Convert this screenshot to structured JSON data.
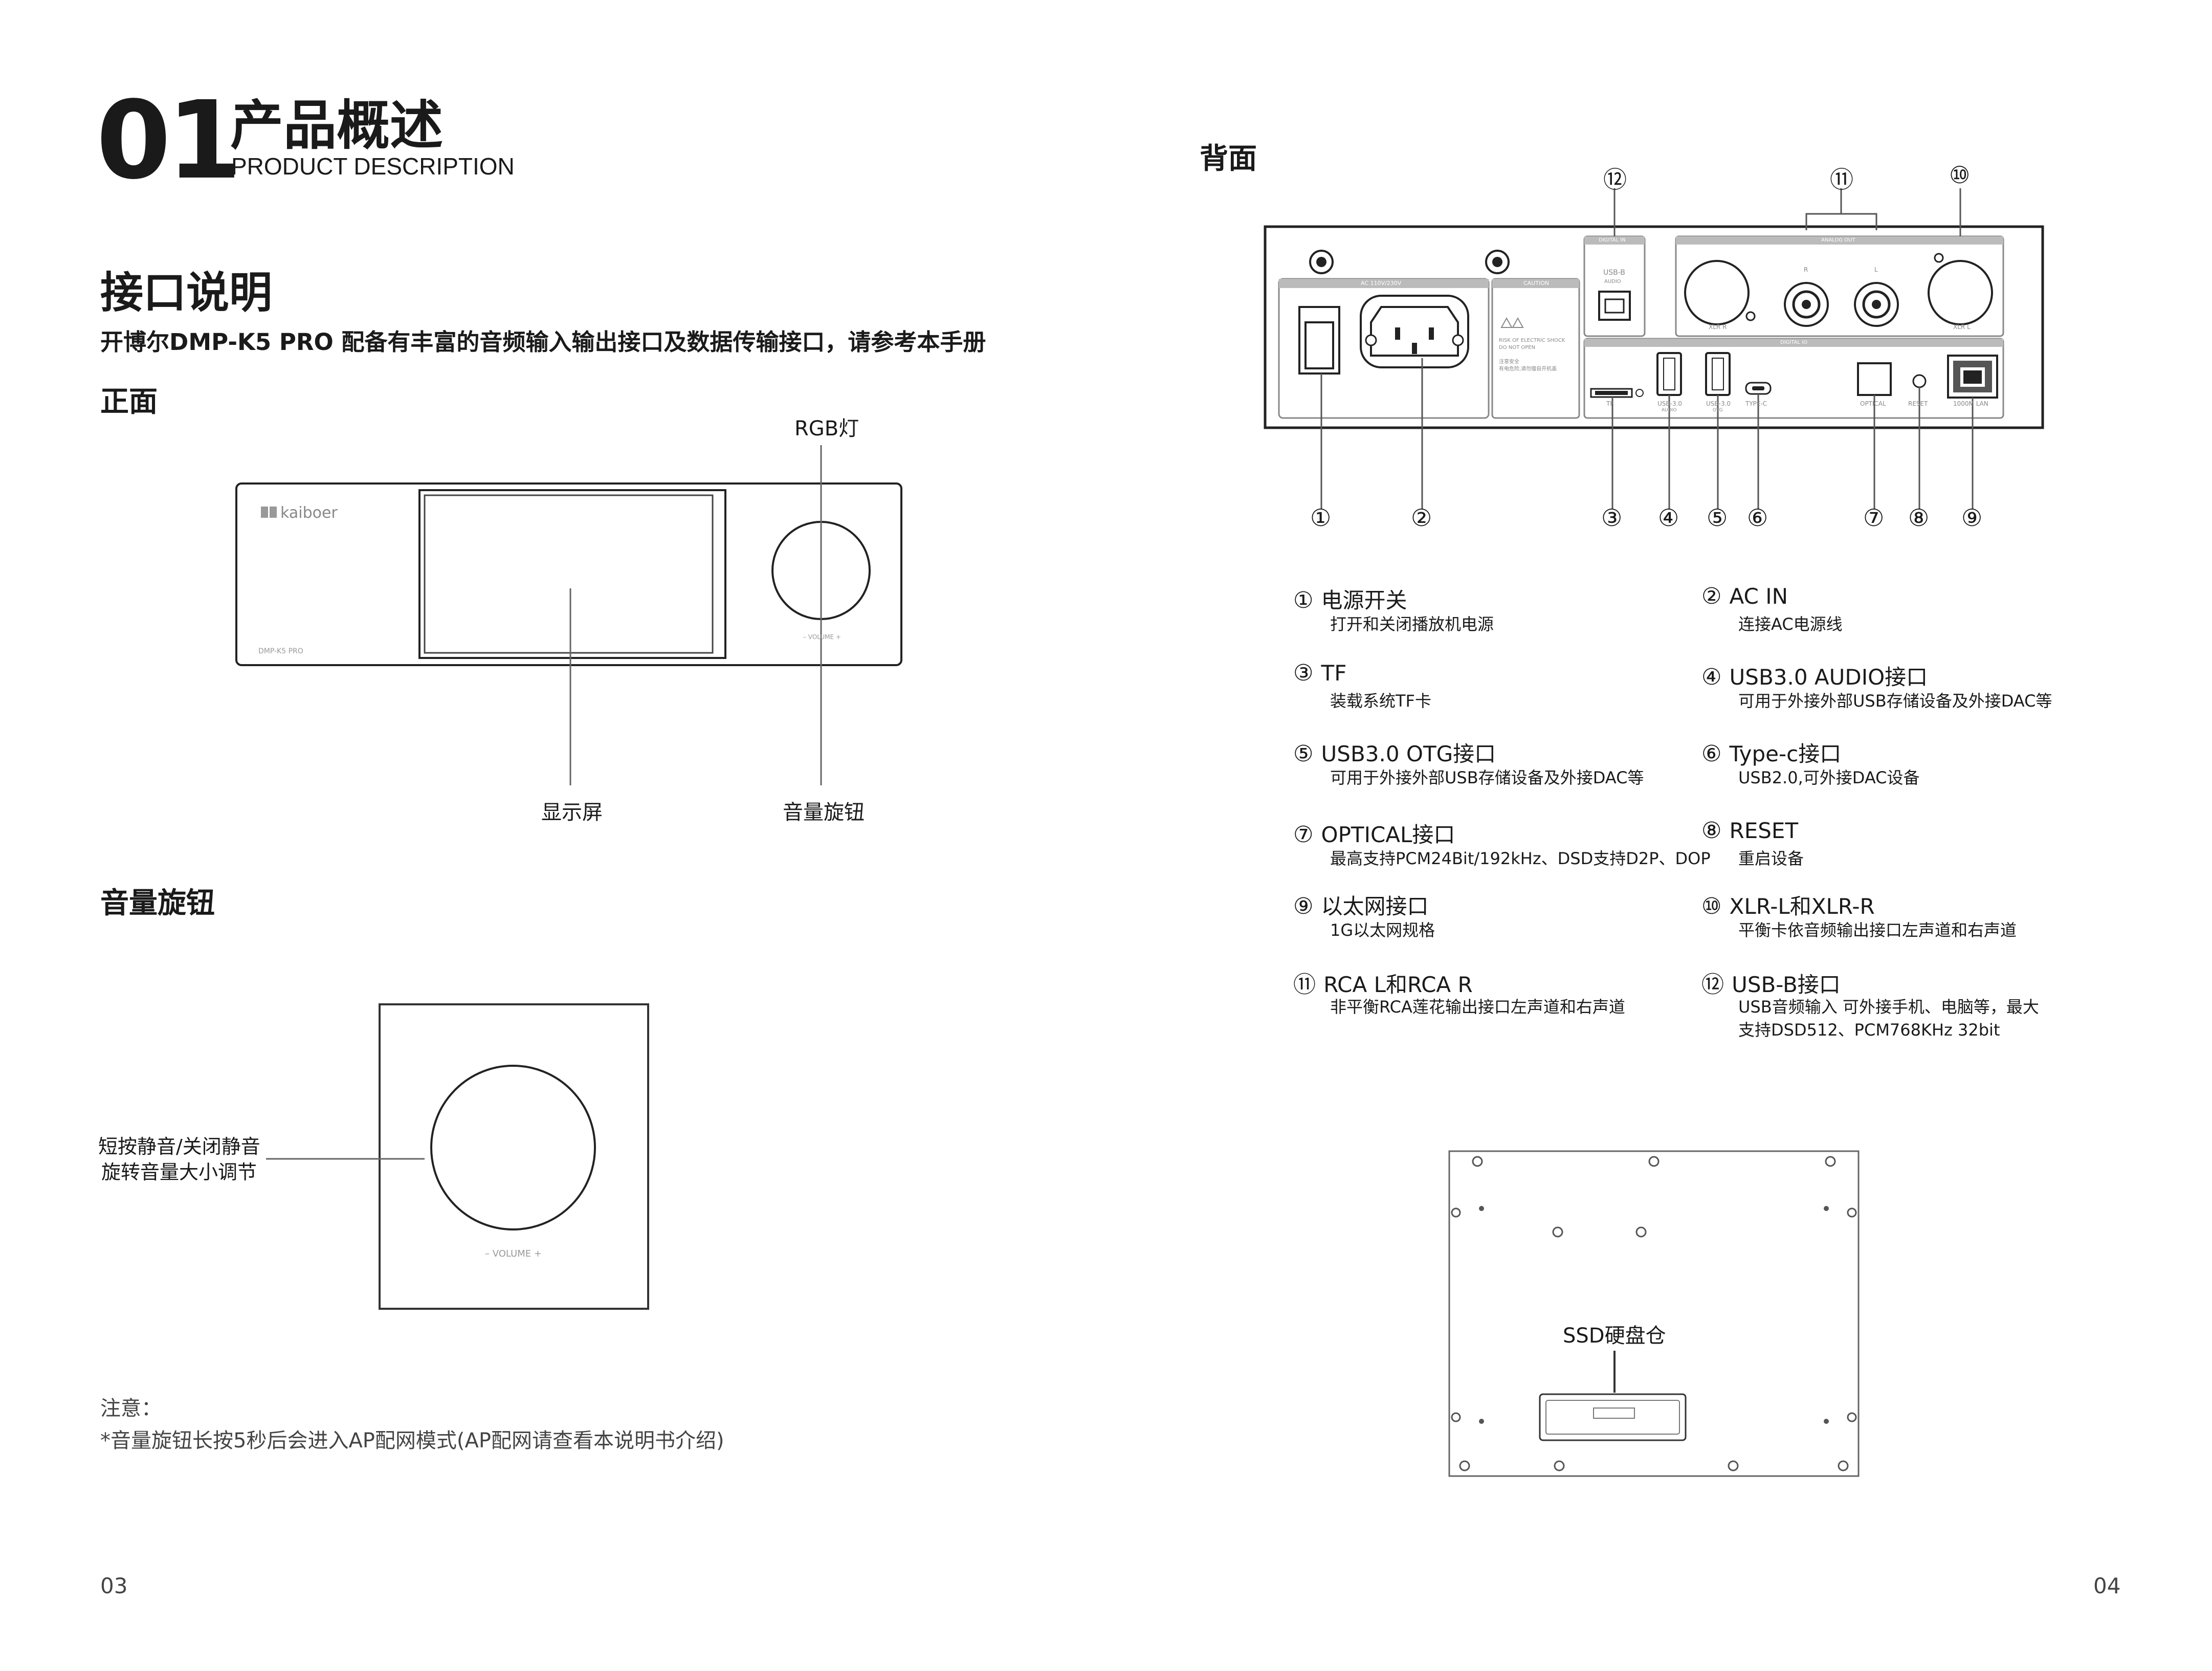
{
  "left_page": {
    "section_number": "01",
    "section_title": "产品概述",
    "section_subtitle": "PRODUCT DESCRIPTION",
    "heading": "接口说明",
    "intro": "开博尔DMP-K5 PRO 配备有丰富的音频输入输出接口及数据传输接口，请参考本手册",
    "front_heading": "正面",
    "front": {
      "brand": "kaiboer",
      "model": "DMP-K5 PRO",
      "knob_caption": "– VOLUME +",
      "callouts": {
        "rgb": "RGB灯",
        "screen": "显示屏",
        "knob": "音量旋钮"
      }
    },
    "knob_heading": "音量旋钮",
    "knob_detail": {
      "caption": "– VOLUME +",
      "note_line1": "短按静音/关闭静音",
      "note_line2": "旋转音量大小调节"
    },
    "note_title": "注意：",
    "note_text": "*音量旋钮长按5秒后会进入AP配网模式(AP配网请查看本说明书介绍)",
    "page_number": "03"
  },
  "right_page": {
    "heading": "背面",
    "rear_labels": {
      "ac_section": "AC 110V/230V",
      "caution": "CAUTION",
      "caution_text1": "RISK OF ELECTRIC SHOCK",
      "caution_text2": "DO NOT OPEN",
      "caution_text3": "注意安全",
      "caution_text4": "有电危险,请勿擅自开机盖",
      "digital_in": "DIGITAL IN",
      "usb_b": "USB-B",
      "usb_b_sub": "AUDIO",
      "analog_out": "ANALOG OUT",
      "xlr_r": "XLR R",
      "xlr_l": "XLR L",
      "rca_r": "R",
      "rca_l": "L",
      "digital_io": "DIGITAL IO",
      "tf": "TF",
      "usb30_audio": "USB-3.0",
      "usb30_audio_sub": "AUDIO",
      "usb30_otg": "USB-3.0",
      "usb30_otg_sub": "OTG",
      "typec": "TYPE-C",
      "optical": "OPTICAL",
      "reset": "RESET",
      "lan": "1000M LAN"
    },
    "callout_numbers": [
      "①",
      "②",
      "③",
      "④",
      "⑤",
      "⑥",
      "⑦",
      "⑧",
      "⑨",
      "⑩",
      "⑪",
      "⑫"
    ],
    "items": [
      {
        "num": "①",
        "title": "电源开关",
        "desc": "打开和关闭播放机电源"
      },
      {
        "num": "②",
        "title": "AC IN",
        "desc": "连接AC电源线"
      },
      {
        "num": "③",
        "title": "TF",
        "desc": "装载系统TF卡"
      },
      {
        "num": "④",
        "title": "USB3.0 AUDIO接口",
        "desc": "可用于外接外部USB存储设备及外接DAC等"
      },
      {
        "num": "⑤",
        "title": "USB3.0 OTG接口",
        "desc": "可用于外接外部USB存储设备及外接DAC等"
      },
      {
        "num": "⑥",
        "title": "Type-c接口",
        "desc": "USB2.0,可外接DAC设备"
      },
      {
        "num": "⑦",
        "title": "OPTICAL接口",
        "desc": "最高支持PCM24Bit/192kHz、DSD支持D2P、DOP"
      },
      {
        "num": "⑧",
        "title": "RESET",
        "desc": "重启设备"
      },
      {
        "num": "⑨",
        "title": "以太网接口",
        "desc": "1G以太网规格"
      },
      {
        "num": "⑩",
        "title": "XLR-L和XLR-R",
        "desc": "平衡卡依音频输出接口左声道和右声道"
      },
      {
        "num": "⑪",
        "title": "RCA L和RCA R",
        "desc": "非平衡RCA莲花输出接口左声道和右声道"
      },
      {
        "num": "⑫",
        "title": "USB-B接口",
        "desc": "USB音频输入  可外接手机、电脑等，最大",
        "desc2": "支持DSD512、PCM768KHz 32bit"
      }
    ],
    "bottom": {
      "ssd_label": "SSD硬盘仓"
    },
    "page_number": "04"
  }
}
